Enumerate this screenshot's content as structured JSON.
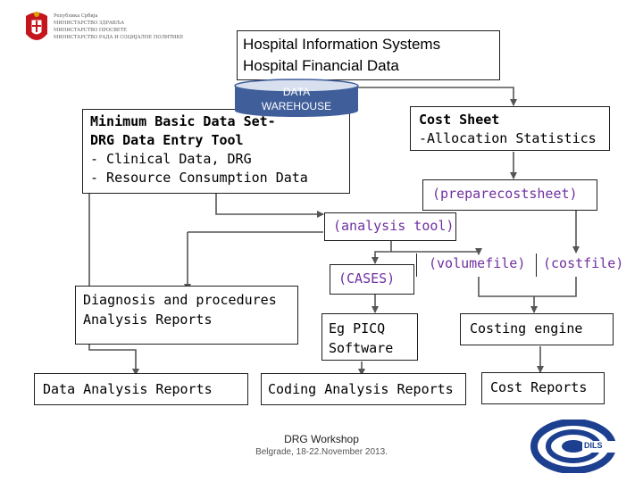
{
  "ministry": {
    "lines": [
      "Република Србија",
      "МИНИСТАРСТВО ЗДРАВЉА",
      "МИНИСТАРСТВО ПРОСВЕТЕ",
      "МИНИСТАРСТВО РАДА И СОЦИЈАЛНЕ ПОЛИТИКЕ"
    ]
  },
  "diagram": {
    "top_title": [
      "Hospital Information Systems",
      "Hospital Financial Data"
    ],
    "warehouse": [
      "DATA",
      "WAREHOUSE"
    ],
    "mbds": [
      "Minimum Basic Data Set-",
      "DRG Data Entry Tool",
      "- Clinical Data, DRG",
      "- Resource Consumption Data"
    ],
    "cost_sheet": [
      "Cost Sheet",
      "-Allocation Statistics"
    ],
    "preparecostsheet": "(preparecostsheet)",
    "analysis_tool": "(analysis tool)",
    "volumefile": "(volumefile)",
    "costfile": "(costfile)",
    "cases": "(CASES)",
    "diagnosis_reports": [
      "Diagnosis and procedures",
      "Analysis Reports"
    ],
    "picq": [
      "Eg PICQ",
      "Software"
    ],
    "costing_engine": "Costing engine",
    "data_analysis_reports": "Data Analysis Reports",
    "coding_analysis_reports": "Coding Analysis Reports",
    "cost_reports": "Cost Reports"
  },
  "footer": {
    "title": "DRG Workshop",
    "subtitle": "Belgrade, 18-22.November 2013."
  },
  "dils_logo": {
    "text": "DILS",
    "color": "#1d3f8f"
  },
  "colors": {
    "purple": "#7030a0",
    "line": "#555555",
    "border": "#1f1f1f",
    "cylinder_top": "#d8e0ef",
    "cylinder_body": "#3f5e9a"
  }
}
